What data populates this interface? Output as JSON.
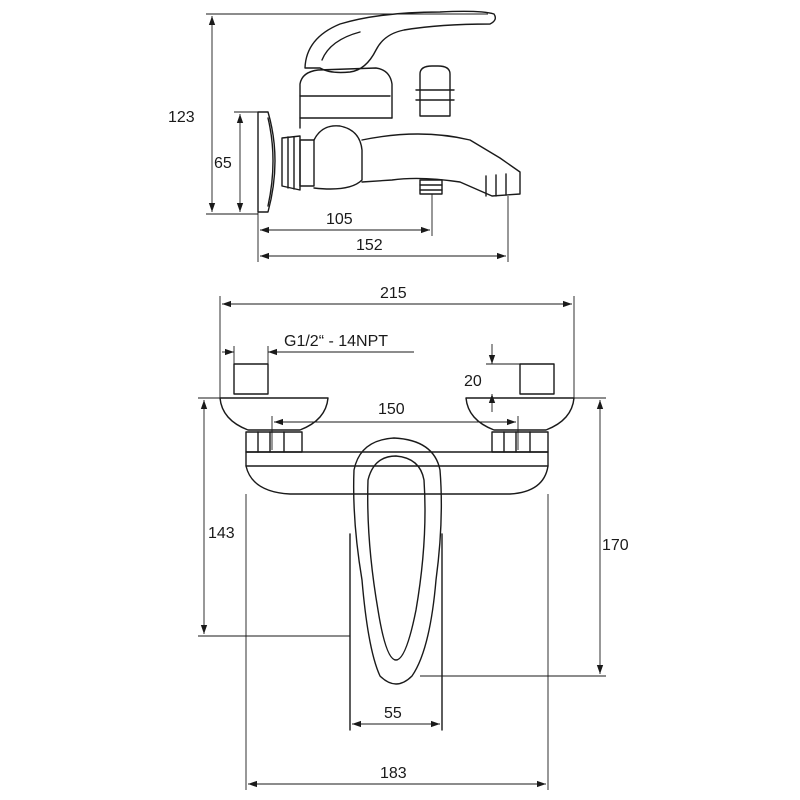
{
  "dimensions": {
    "side_total_height": "123",
    "side_body_height": "65",
    "side_outlet_distance": "105",
    "side_spout_length": "152",
    "front_total_width": "215",
    "thread_spec": "G1/2“ - 14NPT",
    "front_cap_height": "20",
    "front_inlet_spacing": "150",
    "front_body_height": "143",
    "front_total_height": "170",
    "front_lever_width": "55",
    "front_body_width": "183"
  }
}
